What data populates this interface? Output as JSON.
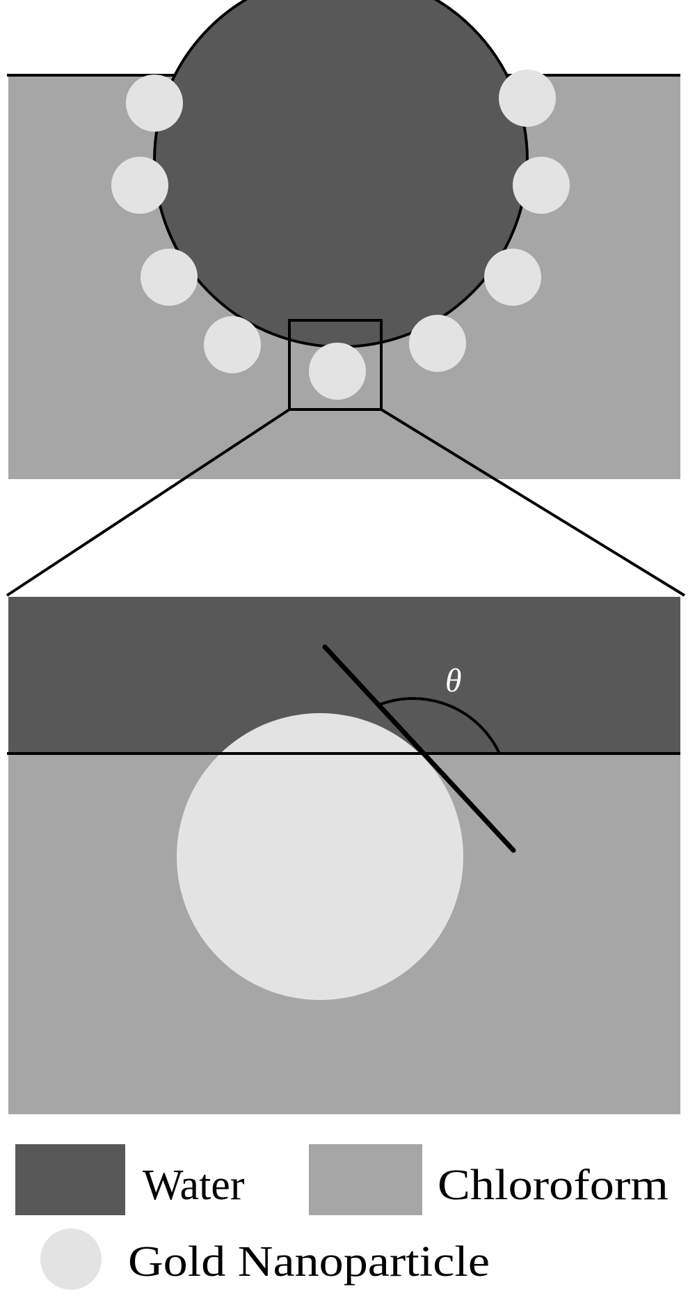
{
  "colors": {
    "water": "#585858",
    "chloroform": "#a6a6a6",
    "nanoparticle": "#e3e3e3",
    "line": "#000000",
    "background": "#ffffff"
  },
  "top_panel": {
    "nanoparticle_count": 9
  },
  "zoom_panel": {
    "angle_symbol": "θ"
  },
  "legend": {
    "water_label": "Water",
    "chloroform_label": "Chloroform",
    "nanoparticle_label": "Gold Nanoparticle"
  }
}
